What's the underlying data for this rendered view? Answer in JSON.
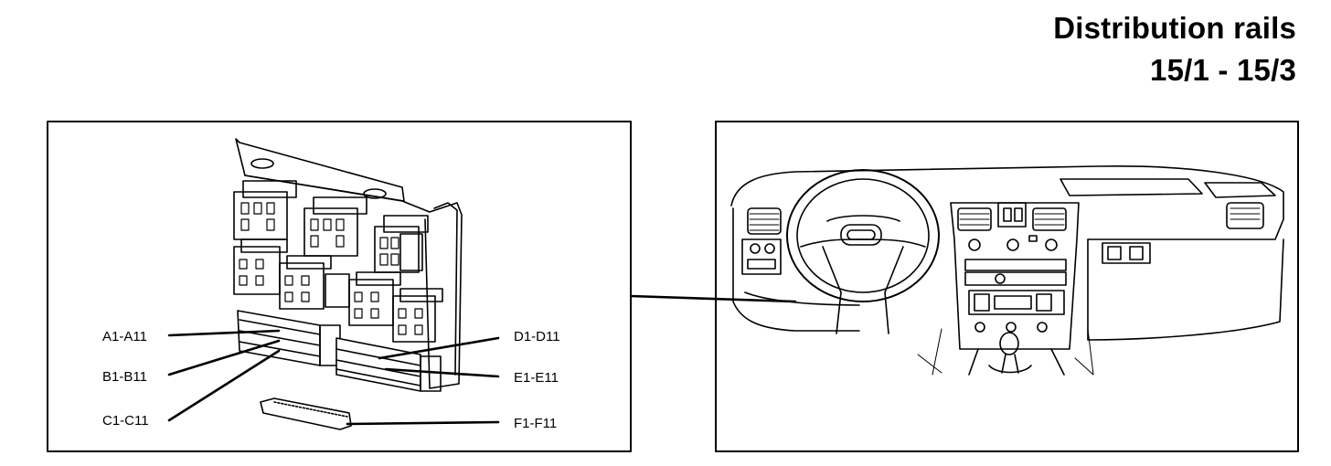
{
  "header": {
    "title_line1": "Distribution rails",
    "title_line2": "15/1 - 15/3"
  },
  "rail_labels": {
    "a": "A1-A11",
    "b": "B1-B11",
    "c": "C1-C11",
    "d": "D1-D11",
    "e": "E1-E11",
    "f": "F1-F11"
  }
}
